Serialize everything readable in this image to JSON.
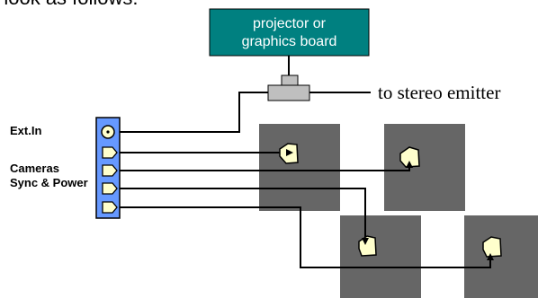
{
  "top_caption": "d look as follows:",
  "projector_box": {
    "line1": "projector or",
    "line2": "graphics board",
    "fill_color": "#008080",
    "text_color": "#ffffff"
  },
  "emitter_label": "to stereo emitter",
  "connector_panel": {
    "ext_in_label": "Ext.In",
    "cameras_label_line1": "Cameras",
    "cameras_label_line2": "Sync & Power",
    "fill_color": "#6699FF"
  },
  "camera_square_color": "#666666",
  "camera_icon_color": "#FFFFCC"
}
